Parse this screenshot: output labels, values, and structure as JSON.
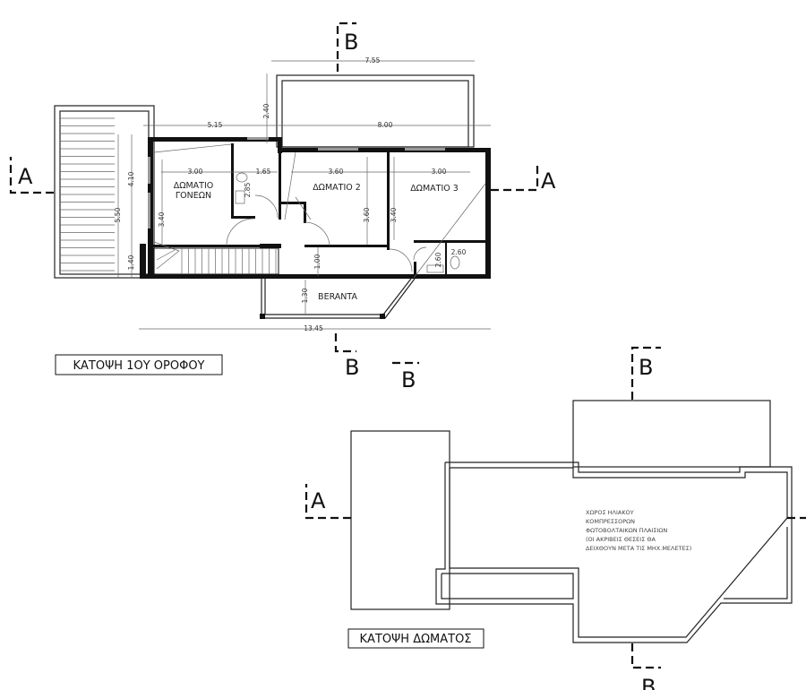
{
  "plans": {
    "first_floor": {
      "title": "ΚΑΤΟΨΗ 1ΟΥ ΟΡΟΦΟΥ",
      "rooms": {
        "parents_line1": "ΔΩΜΑΤΙΟ",
        "parents_line2": "ΓΟΝΕΩΝ",
        "room2": "ΔΩΜΑΤΙΟ 2",
        "room3": "ΔΩΜΑΤΙΟ 3",
        "veranda": "BERANTA"
      },
      "dimensions": {
        "top_balcony": "7.55",
        "balcony_depth": "2.40",
        "left_span": "5.15",
        "right_span": "8.00",
        "parents_width": "3.00",
        "bath_width": "1.65",
        "bath_depth": "2.85",
        "room2_width": "3.60",
        "room3_width": "3.00",
        "parents_depth": "3.40",
        "room2_depth": "3.60",
        "room3_depth": "3.40",
        "corridor": "1.00",
        "veranda_depth": "1.30",
        "wc_width": "2.60",
        "wc_depth": "2.60",
        "stair_a": "4.10",
        "stair_b": "5.50",
        "stair_c": "1.40",
        "total": "13.45"
      }
    },
    "roof": {
      "title": "ΚΑΤΟΨΗ ΔΩΜΑΤΟΣ",
      "note_lines": [
        "ΧΩΡΟΣ ΗΛΙΑΚΟΥ",
        "ΚΟΜΠΡΕΣΣΟΡΩΝ",
        "ΦΩΤΟΒΟΛΤΑΙΚΩΝ ΠΛΑΙΣΙΩΝ",
        "(ΟΙ ΑΚΡΙΒΕΙΣ ΘΕΣΕΙΣ ΘΑ",
        "ΔΕΙΧΘΟΥΝ ΜΕΤΑ ΤΙΣ ΜΗΧ.ΜΕΛΕΤΕΣ)"
      ]
    }
  },
  "section_marks": {
    "a": "A",
    "b": "B"
  }
}
